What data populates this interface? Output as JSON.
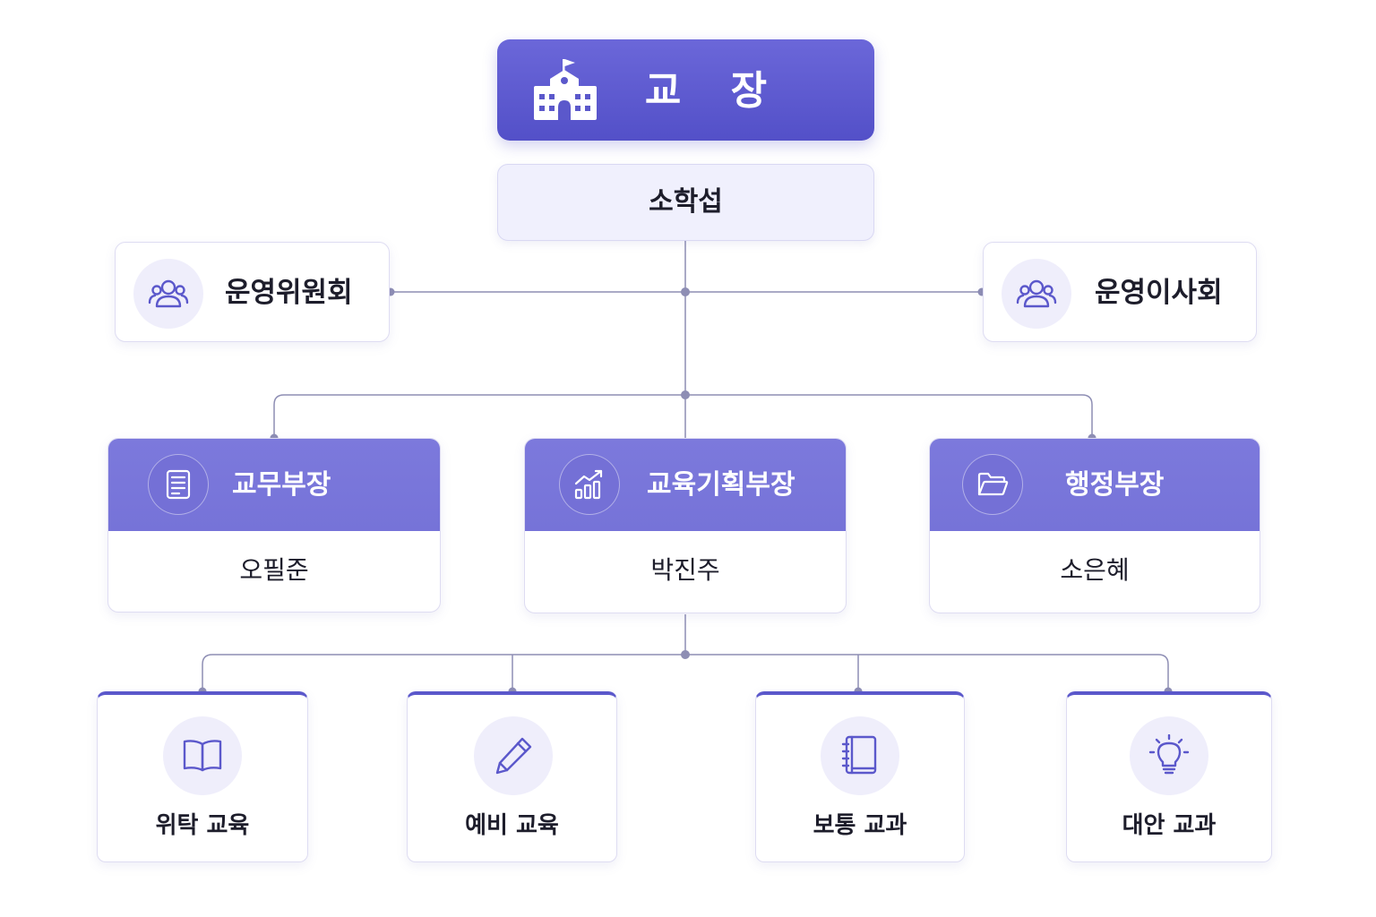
{
  "principal": {
    "title": "교 장",
    "name": "소학섭"
  },
  "committees": [
    {
      "label": "운영위원회",
      "icon": "people-group-icon"
    },
    {
      "label": "운영이사회",
      "icon": "people-group-icon"
    }
  ],
  "departments": [
    {
      "title": "교무부장",
      "person": "오필준",
      "icon": "document-icon"
    },
    {
      "title": "교육기획부장",
      "person": "박진주",
      "icon": "chart-growth-icon"
    },
    {
      "title": "행정부장",
      "person": "소은혜",
      "icon": "folder-icon"
    }
  ],
  "programs": [
    {
      "label": "위탁 교육",
      "icon": "open-book-icon"
    },
    {
      "label": "예비 교육",
      "icon": "pencil-icon"
    },
    {
      "label": "보통 교과",
      "icon": "notebook-icon"
    },
    {
      "label": "대안 교과",
      "icon": "lightbulb-icon"
    }
  ],
  "colors": {
    "primary": "#5b58cb",
    "header": "#7673d8",
    "light": "#efeefb",
    "line": "#8e8eb4"
  }
}
